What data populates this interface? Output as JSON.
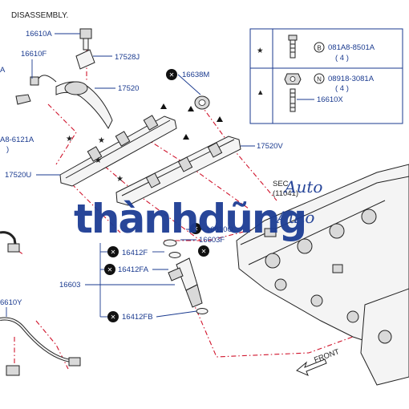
{
  "header_text": "DISASSEMBLY.",
  "legend": {
    "row1": {
      "mark": "★",
      "circle_letter": "B",
      "part": "081A8-8501A",
      "qty": "( 4 )"
    },
    "row2": {
      "mark": "▲",
      "circle_letter": "N",
      "part": "08918-3081A",
      "qty": "( 4 )",
      "part2": "16610X"
    }
  },
  "labels": {
    "p16610A": "16610A",
    "p16610F": "16610F",
    "p17528J": "17528J",
    "p17520": "17520",
    "p16638M": "16638M",
    "pA_left": "A",
    "pA8_6121A": "A8-6121A",
    "pA8_paren": ")",
    "p17520U": "17520U",
    "p17520V": "17520V",
    "p16610O": "16610O",
    "p16603F": "16603F",
    "p16412F": "16412F",
    "p16412FA": "16412FA",
    "p16603": "16603",
    "p16412FB": "16412FB",
    "p6610Y": "6610Y",
    "sec": "SEC",
    "sec_num": "(11041)",
    "front": "FRONT"
  },
  "watermark": {
    "main": "thànhdũng",
    "script": "Auto"
  },
  "colors": {
    "label_blue": "#1a3a8f",
    "dash_red": "#d0142c",
    "watermark_blue": "#1d3d94",
    "line_dark": "#222222"
  },
  "icons": [
    "x-circle-icon",
    "star-icon",
    "triangle-icon",
    "front-arrow-icon"
  ]
}
